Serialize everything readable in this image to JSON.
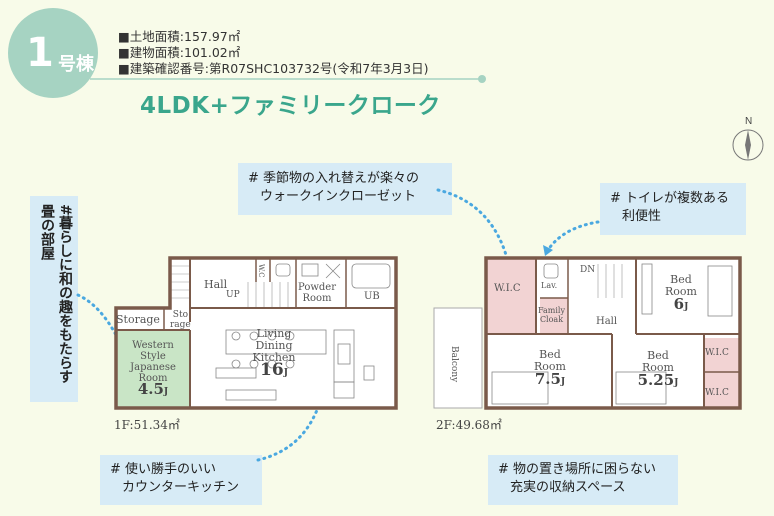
{
  "badge": {
    "num": "1",
    "unit": "号棟"
  },
  "info": [
    "■土地面積:157.97㎡",
    "■建物面積:101.02㎡",
    "■建築確認番号:第R07SHC103732号(令和7年3月3日)"
  ],
  "title": "4LDK+ファミリークローク",
  "compass": "N",
  "callouts": {
    "season": [
      "# 季節物の入れ替えが楽々の",
      "ウォークインクローゼット"
    ],
    "toilet": [
      "# トイレが複数ある",
      "利便性"
    ],
    "tatami": "#暮らしに和の趣をもたらす畳の部屋",
    "counter": [
      "# 使い勝手のいい",
      "カウンターキッチン"
    ],
    "storage": [
      "# 物の置き場所に困らない",
      "充実の収納スペース"
    ]
  },
  "floor1": {
    "area": "1F:51.34㎡",
    "rooms": {
      "storage": "Storage",
      "sto": "Sto",
      "rage": "rage",
      "hall": "Hall",
      "up": "UP",
      "wc": "W.C",
      "powder1": "Powder",
      "powder2": "Room",
      "ub": "UB",
      "living": "Living",
      "dining": "Dining",
      "kitchen": "Kitchen",
      "ldk_size": "16",
      "jo": "J",
      "wj1": "Western",
      "wj2": "Style",
      "wj3": "Japanese",
      "wj4": "Room",
      "wj_size": "4.5"
    }
  },
  "floor2": {
    "area": "2F:49.68㎡",
    "rooms": {
      "wic": "W.I.C",
      "lav": "Lav.",
      "dn": "DN",
      "fam1": "Family",
      "fam2": "Cloak",
      "hall": "Hall",
      "balcony": "Balcony",
      "bed1_a": "Bed",
      "bed1_b": "Room",
      "bed1_size": "7.5",
      "bed2_a": "Bed",
      "bed2_b": "Room",
      "bed2_size": "5.25",
      "bed3_a": "Bed",
      "bed3_b": "Room",
      "bed3_size": "6",
      "jo": "J"
    }
  },
  "colors": {
    "wall": "#7a5a4a",
    "wic": "#f2d3d3",
    "washitsu": "#c9e5c6",
    "dots": "#4aa8e0",
    "accent": "#3aa68c"
  }
}
